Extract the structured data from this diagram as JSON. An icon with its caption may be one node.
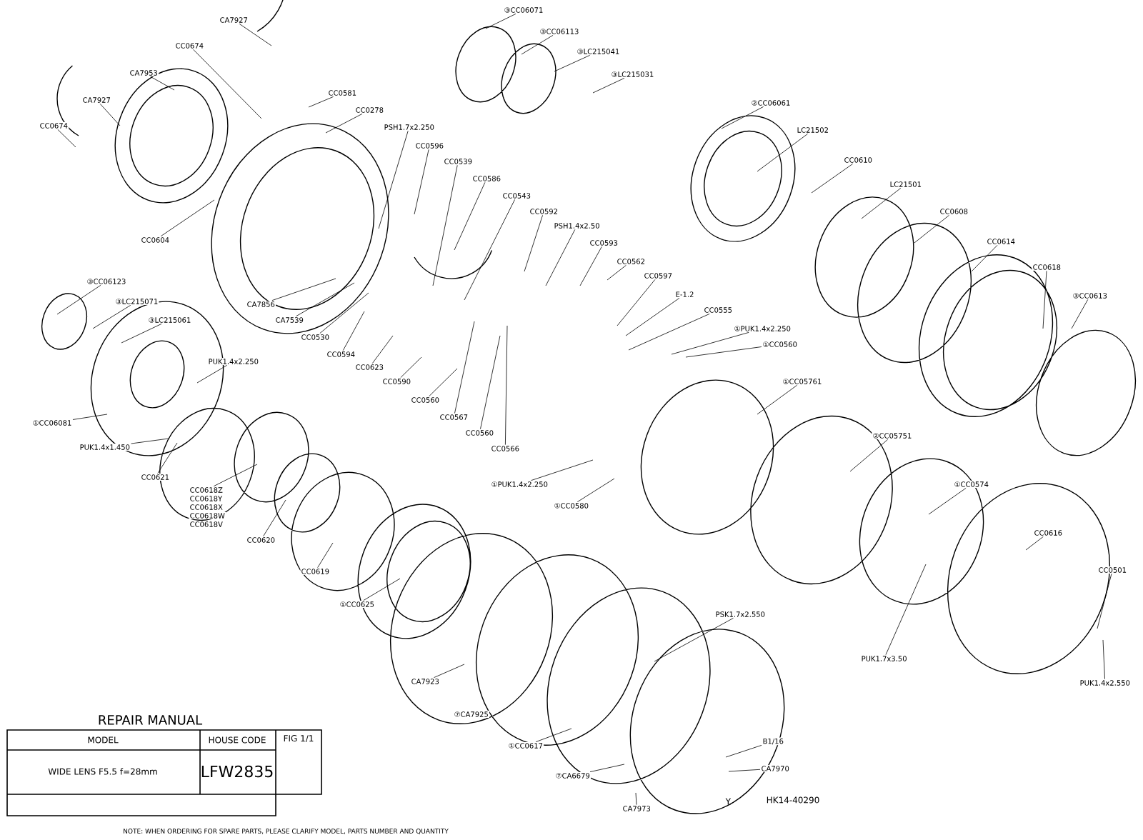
{
  "diagram": {
    "title": "REPAIR MANUAL",
    "nodes": [
      {
        "text": [
          "CA7927"
        ]
      },
      {
        "text": [
          "③CC06071"
        ]
      },
      {
        "text": [
          "③CC06113"
        ]
      },
      {
        "text": [
          "CC0674"
        ]
      },
      {
        "text": [
          "③LC215041"
        ]
      },
      {
        "text": [
          "CA7953"
        ]
      },
      {
        "text": [
          "③LC215031"
        ]
      },
      {
        "text": [
          "CC0581"
        ]
      },
      {
        "text": [
          "CA7927"
        ]
      },
      {
        "text": [
          "②CC06061"
        ]
      },
      {
        "text": [
          "CC0278"
        ]
      },
      {
        "text": [
          "CC0674"
        ]
      },
      {
        "text": [
          "PSH1.7x2.250"
        ]
      },
      {
        "text": [
          "LC21502"
        ]
      },
      {
        "text": [
          "CC0596"
        ]
      },
      {
        "text": [
          "CC0610"
        ]
      },
      {
        "text": [
          "CC0539"
        ]
      },
      {
        "text": [
          "CC0586"
        ]
      },
      {
        "text": [
          "LC21501"
        ]
      },
      {
        "text": [
          "CC0543"
        ]
      },
      {
        "text": [
          "CC0592"
        ]
      },
      {
        "text": [
          "CC0608"
        ]
      },
      {
        "text": [
          "PSH1.4x2.50"
        ]
      },
      {
        "text": [
          "CC0604"
        ]
      },
      {
        "text": [
          "CC0614"
        ]
      },
      {
        "text": [
          "CC0593"
        ]
      },
      {
        "text": [
          "CC0562"
        ]
      },
      {
        "text": [
          "CC0618"
        ]
      },
      {
        "text": [
          "CC0597"
        ]
      },
      {
        "text": [
          "③CC06123"
        ]
      },
      {
        "text": [
          "E-1.2"
        ]
      },
      {
        "text": [
          "③CC0613"
        ]
      },
      {
        "text": [
          "③LC215071"
        ]
      },
      {
        "text": [
          "CA7856"
        ]
      },
      {
        "text": [
          "CC0555"
        ]
      },
      {
        "text": [
          "③LC215061"
        ]
      },
      {
        "text": [
          "CA7539"
        ]
      },
      {
        "text": [
          "①PUK1.4x2.250"
        ]
      },
      {
        "text": [
          "CC0530"
        ]
      },
      {
        "text": [
          "①CC0560"
        ]
      },
      {
        "text": [
          "CC0594"
        ]
      },
      {
        "text": [
          "PUK1.4x2.250"
        ]
      },
      {
        "text": [
          "CC0623"
        ]
      },
      {
        "text": [
          "CC0590"
        ]
      },
      {
        "text": [
          "①CC05761"
        ]
      },
      {
        "text": [
          "CC0560"
        ]
      },
      {
        "text": [
          "CC0567"
        ]
      },
      {
        "text": [
          "①CC06081"
        ]
      },
      {
        "text": [
          "CC0560"
        ]
      },
      {
        "text": [
          "②CC05751"
        ]
      },
      {
        "text": [
          "PUK1.4x1.450"
        ]
      },
      {
        "text": [
          "CC0566"
        ]
      },
      {
        "text": [
          "CC0621"
        ]
      },
      {
        "text": [
          "①PUK1.4x2.250"
        ]
      },
      {
        "text": [
          "①CC0574"
        ]
      },
      {
        "text": [
          "CC0618Z"
        ]
      },
      {
        "text": [
          "CC0618Y"
        ]
      },
      {
        "text": [
          "CC0618X"
        ]
      },
      {
        "text": [
          "CC0618W"
        ]
      },
      {
        "text": [
          "CC0618V"
        ]
      },
      {
        "text": [
          "①CC0580"
        ]
      },
      {
        "text": [
          "CC0616"
        ]
      },
      {
        "text": [
          "CC0620"
        ]
      },
      {
        "text": [
          "CC0501"
        ]
      },
      {
        "text": [
          "CC0619"
        ]
      },
      {
        "text": [
          "①CC0625"
        ]
      },
      {
        "text": [
          "PSK1.7x2.550"
        ]
      },
      {
        "text": [
          "PUK1.7x3.50"
        ]
      },
      {
        "text": [
          "CA7923"
        ]
      },
      {
        "text": [
          "PUK1.4x2.550"
        ]
      },
      {
        "text": [
          "⑦CA7925"
        ]
      },
      {
        "text": [
          "B1/16"
        ]
      },
      {
        "text": [
          "①CC0617"
        ]
      },
      {
        "text": [
          "CA7970"
        ]
      },
      {
        "text": [
          "⑦CA6679"
        ]
      },
      {
        "text": [
          "CA7973"
        ]
      }
    ],
    "edges": [
      {
        "from": 0,
        "to": null,
        "arrow": "none"
      },
      {
        "from": 1,
        "to": null,
        "arrow": "none"
      },
      {
        "from": 2,
        "to": null,
        "arrow": "none"
      },
      {
        "from": 3,
        "to": null,
        "arrow": "none"
      },
      {
        "from": 4,
        "to": null,
        "arrow": "none"
      },
      {
        "from": 5,
        "to": null,
        "arrow": "none"
      },
      {
        "from": 6,
        "to": null,
        "arrow": "none"
      },
      {
        "from": 7,
        "to": null,
        "arrow": "none"
      },
      {
        "from": 8,
        "to": null,
        "arrow": "none"
      },
      {
        "from": 9,
        "to": null,
        "arrow": "none"
      },
      {
        "from": 10,
        "to": null,
        "arrow": "none"
      },
      {
        "from": 11,
        "to": null,
        "arrow": "none"
      },
      {
        "from": 12,
        "to": null,
        "arrow": "none"
      },
      {
        "from": 13,
        "to": null,
        "arrow": "none"
      },
      {
        "from": 14,
        "to": null,
        "arrow": "none"
      },
      {
        "from": 15,
        "to": null,
        "arrow": "none"
      },
      {
        "from": 16,
        "to": null,
        "arrow": "none"
      },
      {
        "from": 17,
        "to": null,
        "arrow": "none"
      },
      {
        "from": 18,
        "to": null,
        "arrow": "none"
      },
      {
        "from": 19,
        "to": null,
        "arrow": "none"
      },
      {
        "from": 20,
        "to": null,
        "arrow": "none"
      },
      {
        "from": 21,
        "to": null,
        "arrow": "none"
      },
      {
        "from": 22,
        "to": null,
        "arrow": "none"
      },
      {
        "from": 23,
        "to": null,
        "arrow": "none"
      },
      {
        "from": 24,
        "to": null,
        "arrow": "none"
      },
      {
        "from": 25,
        "to": null,
        "arrow": "none"
      },
      {
        "from": 26,
        "to": null,
        "arrow": "none"
      },
      {
        "from": 27,
        "to": null,
        "arrow": "none"
      },
      {
        "from": 28,
        "to": null,
        "arrow": "none"
      },
      {
        "from": 29,
        "to": null,
        "arrow": "none"
      },
      {
        "from": 30,
        "to": null,
        "arrow": "none"
      },
      {
        "from": 31,
        "to": null,
        "arrow": "none"
      },
      {
        "from": 32,
        "to": null,
        "arrow": "none"
      },
      {
        "from": 33,
        "to": null,
        "arrow": "none"
      },
      {
        "from": 34,
        "to": null,
        "arrow": "none"
      },
      {
        "from": 35,
        "to": null,
        "arrow": "none"
      },
      {
        "from": 36,
        "to": null,
        "arrow": "none"
      },
      {
        "from": 37,
        "to": null,
        "arrow": "none"
      },
      {
        "from": 38,
        "to": null,
        "arrow": "none"
      },
      {
        "from": 39,
        "to": null,
        "arrow": "none"
      },
      {
        "from": 40,
        "to": null,
        "arrow": "none"
      },
      {
        "from": 41,
        "to": null,
        "arrow": "none"
      },
      {
        "from": 42,
        "to": null,
        "arrow": "none"
      },
      {
        "from": 43,
        "to": null,
        "arrow": "none"
      },
      {
        "from": 44,
        "to": null,
        "arrow": "none"
      },
      {
        "from": 45,
        "to": null,
        "arrow": "none"
      },
      {
        "from": 46,
        "to": null,
        "arrow": "none"
      },
      {
        "from": 47,
        "to": null,
        "arrow": "none"
      },
      {
        "from": 48,
        "to": null,
        "arrow": "none"
      },
      {
        "from": 49,
        "to": null,
        "arrow": "none"
      },
      {
        "from": 50,
        "to": null,
        "arrow": "none"
      },
      {
        "from": 51,
        "to": null,
        "arrow": "none"
      },
      {
        "from": 52,
        "to": null,
        "arrow": "none"
      },
      {
        "from": 53,
        "to": null,
        "arrow": "none"
      },
      {
        "from": 54,
        "to": null,
        "arrow": "none"
      },
      {
        "from": 55,
        "to": null,
        "arrow": "none"
      },
      {
        "from": 60,
        "to": null,
        "arrow": "none"
      },
      {
        "from": 61,
        "to": null,
        "arrow": "none"
      },
      {
        "from": 62,
        "to": null,
        "arrow": "none"
      },
      {
        "from": 63,
        "to": null,
        "arrow": "none"
      },
      {
        "from": 64,
        "to": null,
        "arrow": "none"
      },
      {
        "from": 65,
        "to": null,
        "arrow": "none"
      },
      {
        "from": 66,
        "to": null,
        "arrow": "none"
      },
      {
        "from": 67,
        "to": null,
        "arrow": "none"
      },
      {
        "from": 68,
        "to": null,
        "arrow": "none"
      },
      {
        "from": 69,
        "to": null,
        "arrow": "none"
      },
      {
        "from": 71,
        "to": null,
        "arrow": "none"
      },
      {
        "from": 72,
        "to": null,
        "arrow": "none"
      },
      {
        "from": 73,
        "to": null,
        "arrow": "none"
      },
      {
        "from": 74,
        "to": null,
        "arrow": "none"
      },
      {
        "from": 75,
        "to": null,
        "arrow": "none"
      }
    ],
    "labels": [
      "MODEL",
      "HOUSE CODE",
      "WIDE LENS F5.5 f=28mm",
      "LFW2835",
      "FIG 1/1",
      "Y.",
      "HK14-40290",
      "NOTE: WHEN ORDERING FOR SPARE PARTS, PLEASE CLARIFY MODEL, PARTS NUMBER AND QUANTITY"
    ]
  }
}
